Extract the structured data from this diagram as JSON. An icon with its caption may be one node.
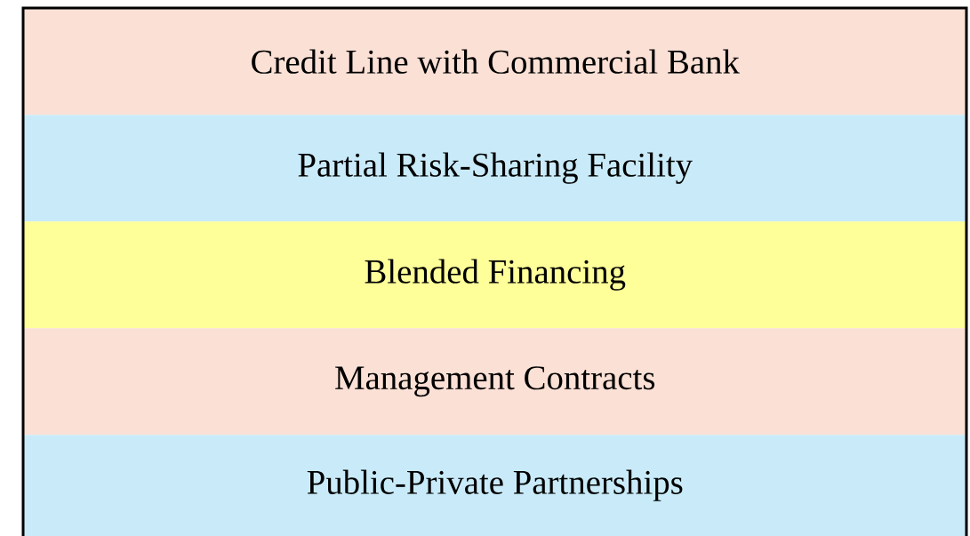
{
  "diagram": {
    "nodes": [
      {
        "text": [
          "Credit Line with Commercial Bank"
        ]
      },
      {
        "text": [
          "Partial Risk-Sharing Facility"
        ]
      },
      {
        "text": [
          "Blended Financing"
        ]
      },
      {
        "text": [
          "Management Contracts"
        ]
      },
      {
        "text": [
          "Public-Private Partnerships"
        ]
      }
    ]
  }
}
